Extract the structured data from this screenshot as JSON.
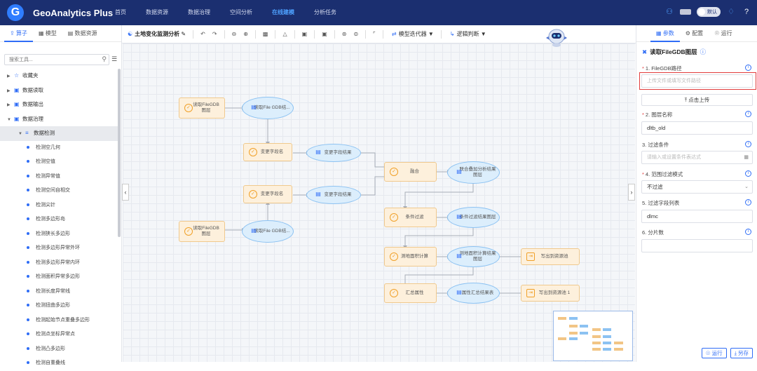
{
  "app": {
    "title": "GeoAnalytics Plus",
    "logo_letter": "G"
  },
  "nav": [
    "首页",
    "数据资源",
    "数据治理",
    "空间分析",
    "在线建模",
    "分析任务"
  ],
  "nav_active": 4,
  "top_right": {
    "toggle_label": "默认"
  },
  "left_panel": {
    "tabs": [
      "算子",
      "模型",
      "数据资源"
    ],
    "search_placeholder": "搜索工具...",
    "tree": [
      {
        "label": "收藏夹",
        "level": 0
      },
      {
        "label": "数据读取",
        "level": 0
      },
      {
        "label": "数据输出",
        "level": 0
      },
      {
        "label": "数据治理",
        "level": 0,
        "expanded": true
      },
      {
        "label": "数据检测",
        "level": 1,
        "selected": true
      },
      {
        "label": "检测空几何",
        "level": 2
      },
      {
        "label": "检测空值",
        "level": 2
      },
      {
        "label": "检测异常值",
        "level": 2
      },
      {
        "label": "检测空间自相交",
        "level": 2
      },
      {
        "label": "检测尖针",
        "level": 2
      },
      {
        "label": "检测多边形岛",
        "level": 2
      },
      {
        "label": "检测狭长多边形",
        "level": 2
      },
      {
        "label": "检测多边形异常外环",
        "level": 2
      },
      {
        "label": "检测多边形异常内环",
        "level": 2
      },
      {
        "label": "检测面积异常多边形",
        "level": 2
      },
      {
        "label": "检测长度异常线",
        "level": 2
      },
      {
        "label": "检测扭曲多边形",
        "level": 2
      },
      {
        "label": "检测起始节点重叠多边形",
        "level": 2
      },
      {
        "label": "检测点坐标异常点",
        "level": 2
      },
      {
        "label": "检测凸多边形",
        "level": 2
      },
      {
        "label": "检测自重叠线",
        "level": 2
      }
    ]
  },
  "toolbar": {
    "model_name": "土地变化监测分析",
    "iterator": "模型迭代器",
    "logic": "逻辑判断"
  },
  "flow": {
    "nodes": {
      "read1": "读取FileGDB图层",
      "read1_out": "读取File GDB结...",
      "read2": "读取FileGDB图层",
      "read2_out": "读取File GDB结...",
      "rename1": "变更字段名",
      "rename1_out": "变更字段结果",
      "rename2": "变更字段名",
      "rename2_out": "变更字段结果",
      "union": "融合",
      "union_out": "联合叠加分析结果图层",
      "filter": "条件过滤",
      "filter_out": "条件过滤结果图层",
      "area": "测地面积计算",
      "area_out": "测地面积计算结果图层",
      "write1": "写出到资源池",
      "summary": "汇总属性",
      "summary_out": "属性汇总结果表",
      "write2": "写出到资源池 1"
    }
  },
  "right_panel": {
    "tabs": [
      "参数",
      "配置",
      "运行"
    ],
    "title": "读取FileGDB图层",
    "fields": [
      {
        "label": "1. FileGDB路径",
        "required": true,
        "value": "",
        "placeholder": "上传文件或填写文件路径"
      },
      {
        "label": "2. 图层名称",
        "required": true,
        "value": "dltb_old",
        "placeholder": ""
      },
      {
        "label": "3. 过滤条件",
        "required": false,
        "value": "",
        "placeholder": "请输入或设置条件表达式"
      },
      {
        "label": "4. 范围过滤模式",
        "required": true,
        "value": "不过滤",
        "placeholder": ""
      },
      {
        "label": "5. 过滤字段列表",
        "required": false,
        "value": "dlmc",
        "placeholder": ""
      },
      {
        "label": "6. 分片数",
        "required": false,
        "value": "",
        "placeholder": ""
      }
    ],
    "upload_label": "点击上传",
    "run_label": "运行",
    "save_label": "另存"
  }
}
